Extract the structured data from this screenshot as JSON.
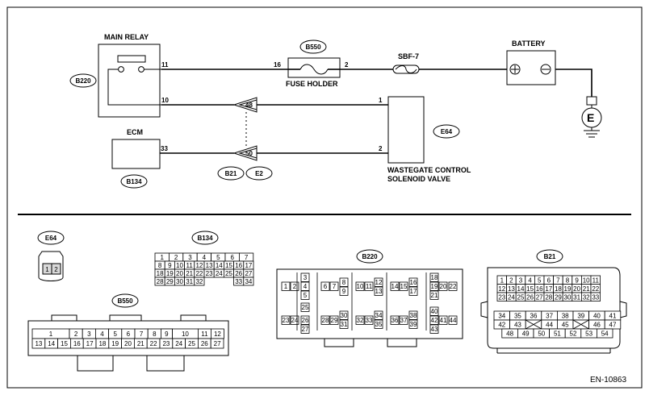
{
  "figure_code": "EN-10863",
  "components": {
    "main_relay": "MAIN RELAY",
    "fuse_holder": "FUSE HOLDER",
    "sbf": "SBF-7",
    "battery": "BATTERY",
    "ecm": "ECM",
    "valve_line1": "WASTEGATE CONTROL",
    "valve_line2": "SOLENOID VALVE",
    "ground": "E"
  },
  "badges": {
    "b220": "B220",
    "b550": "B550",
    "e64": "E64",
    "b134": "B134",
    "b21": "B21",
    "e2": "E2"
  },
  "pins": {
    "relay_11": "11",
    "relay_10": "10",
    "fuse_16": "16",
    "fuse_2": "2",
    "conn_48": "48",
    "conn_50": "50",
    "ecm_33": "33",
    "valve_1": "1",
    "valve_2": "2"
  },
  "connectors": {
    "e64": {
      "name": "E64",
      "pins": [
        "1",
        "2"
      ]
    },
    "b134": {
      "name": "B134",
      "row1": [
        "1",
        "2",
        "3",
        "4",
        "5",
        "6",
        "7"
      ],
      "row2": [
        "8",
        "9",
        "10",
        "11",
        "12",
        "13",
        "14",
        "15",
        "16",
        "17"
      ],
      "row3": [
        "18",
        "19",
        "20",
        "21",
        "22",
        "23",
        "24",
        "25",
        "26",
        "27"
      ],
      "row4": [
        "28",
        "29",
        "30",
        "31",
        "32",
        "33",
        "34"
      ]
    },
    "b550": {
      "name": "B550",
      "row1": [
        "1",
        "2",
        "3",
        "4",
        "5",
        "6",
        "7",
        "8",
        "9",
        "10",
        "11",
        "12"
      ],
      "row2": [
        "13",
        "14",
        "15",
        "16",
        "17",
        "18",
        "19",
        "20",
        "21",
        "22",
        "23",
        "24",
        "25",
        "26",
        "27"
      ]
    },
    "b220": {
      "name": "B220",
      "pins": [
        "1",
        "2",
        "3",
        "4",
        "5",
        "6",
        "7",
        "8",
        "9",
        "10",
        "11",
        "12",
        "13",
        "14",
        "15",
        "16",
        "17",
        "18",
        "19",
        "20",
        "21",
        "22",
        "23",
        "24",
        "25",
        "26",
        "27",
        "28",
        "29",
        "30",
        "31",
        "32",
        "33",
        "34",
        "35",
        "36",
        "37",
        "38",
        "39",
        "40",
        "41",
        "42",
        "43",
        "44"
      ]
    },
    "b21": {
      "name": "B21",
      "row1": [
        "1",
        "2",
        "3",
        "4",
        "5",
        "6",
        "7",
        "8",
        "9",
        "10",
        "11"
      ],
      "row2": [
        "12",
        "13",
        "14",
        "15",
        "16",
        "17",
        "18",
        "19",
        "20",
        "21",
        "22"
      ],
      "row3": [
        "23",
        "24",
        "25",
        "26",
        "27",
        "28",
        "29",
        "30",
        "31",
        "32",
        "33"
      ],
      "row4": [
        "34",
        "35",
        "36",
        "37",
        "38",
        "39",
        "40",
        "41"
      ],
      "row5": [
        "42",
        "43",
        "44",
        "45",
        "46",
        "47"
      ],
      "row6": [
        "48",
        "49",
        "50",
        "51",
        "52",
        "53",
        "54"
      ]
    }
  }
}
